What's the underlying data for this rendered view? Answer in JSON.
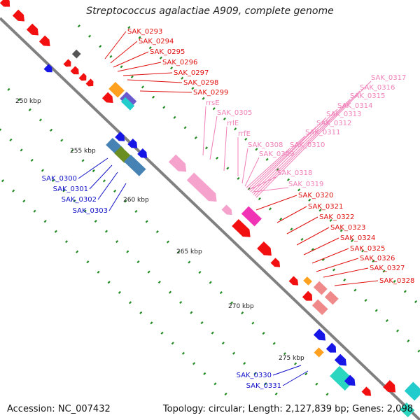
{
  "title": "Streptococcus agalactiae A909, complete genome",
  "accession": "Accession: NC_007432",
  "topology": "Topology: circular; Length: 2,127,839 bp; Genes: 2,098",
  "colors": {
    "red": "#f20f0f",
    "blue": "#1616e6",
    "pink": "#f5a3cc",
    "magenta": "#f033b4",
    "orange": "#ffa01e",
    "gray": "#555555",
    "steel": "#4682b4",
    "olive": "#6b8e23",
    "salmon": "#f08a8a",
    "teal": "#2ad6c0",
    "cyan": "#22cccc",
    "tick_green": "#228b22",
    "backbone": "#808080",
    "purple": "#6a5acd",
    "label_red": "#e01010",
    "label_blue": "#1010c8",
    "label_pink": "#f080b8"
  },
  "kbp_labels": [
    "250 kbp",
    "255 kbp",
    "260 kbp",
    "265 kbp",
    "270 kbp",
    "275 kbp"
  ],
  "red_labels": [
    "SAK_0293",
    "SAK_0294",
    "SAK_0295",
    "SAK_0296",
    "SAK_0297",
    "SAK_0298",
    "SAK_0299",
    "SAK_0320",
    "SAK_0321",
    "SAK_0322",
    "SAK_0323",
    "SAK_0324",
    "SAK_0325",
    "SAK_0326",
    "SAK_0327",
    "SAK_0328"
  ],
  "pink_labels": [
    "rrsE",
    "SAK_0305",
    "rrlE",
    "rrfE",
    "SAK_0308",
    "SAK_0309",
    "SAK_0310",
    "SAK_0311",
    "SAK_0312",
    "SAK_0313",
    "SAK_0314",
    "SAK_0315",
    "SAK_0316",
    "SAK_0317",
    "SAK_0318",
    "SAK_0319"
  ],
  "blue_labels": [
    "SAK_0300",
    "SAK_0301",
    "SAK_0302",
    "SAK_0303",
    "SAK_0330",
    "SAK_0331"
  ]
}
